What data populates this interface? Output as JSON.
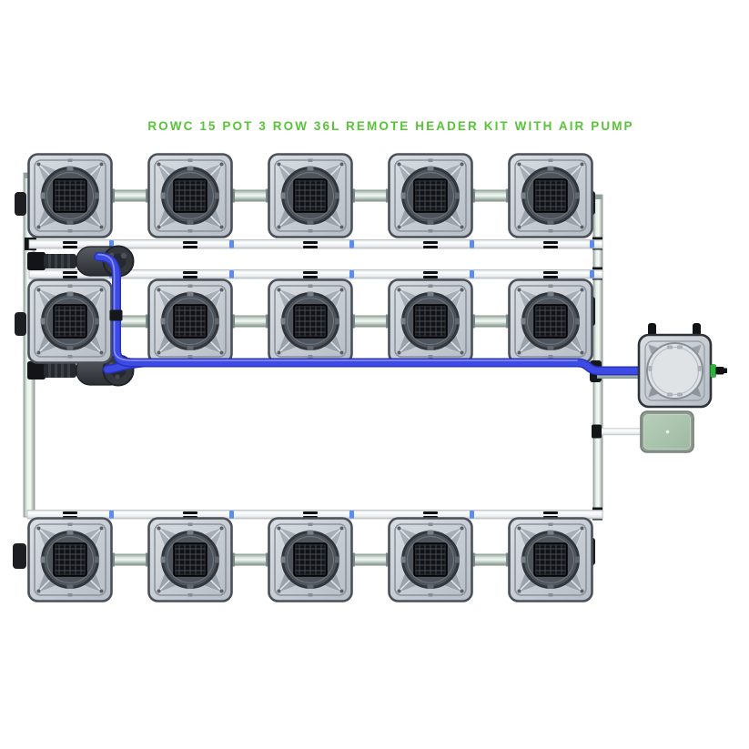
{
  "title": "ROWC 15 POT 3 ROW 36L REMOTE HEADER KIT WITH AIR PUMP",
  "figure": {
    "type": "hydroponic-kit-diagram",
    "pot_rows": 3,
    "pots_per_row": 5,
    "total_pots": 15,
    "components": {
      "pots": "15 square 36L pots with mesh lids",
      "pumps": "2 inline feed pumps on left drain pipe",
      "remote_header": "1 remote header tank (right side)",
      "air_pump": "1 air pump (green box, right side)",
      "feed_line": "blue feed line from pumps to remote header",
      "manifolds": "3 white return manifold pipes, one per row"
    }
  },
  "colors": {
    "title_green": "#58c437",
    "feed_line_blue": "#3d4ae4",
    "header_fitting_green": "#2fb13c",
    "air_pump_green": "#abc6ae",
    "pot_body_gray": "#c9d0d6",
    "manifold_white": "#f0f2f3",
    "pipe_green_gray": "#cfdcd5"
  }
}
